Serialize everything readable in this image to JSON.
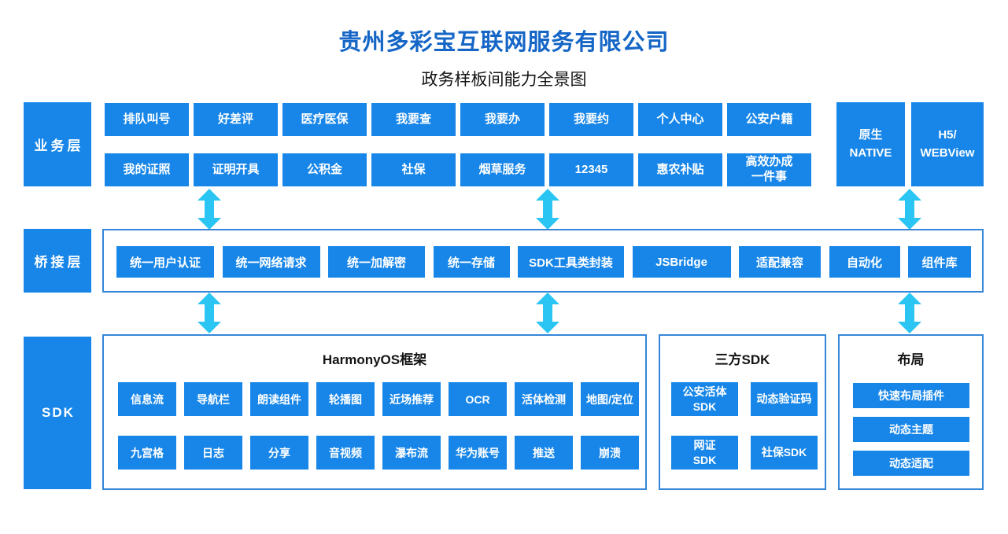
{
  "header": {
    "title": "贵州多彩宝互联网服务有限公司",
    "subtitle": "政务样板间能力全景图"
  },
  "layers": {
    "business": {
      "label": "业务层",
      "row1": [
        "排队叫号",
        "好差评",
        "医疗医保",
        "我要查",
        "我要办",
        "我要约",
        "个人中心",
        "公安户籍"
      ],
      "row2": [
        "我的证照",
        "证明开具",
        "公积金",
        "社保",
        "烟草服务",
        "12345",
        "惠农补贴",
        "高效办成\n一件事"
      ],
      "native": "原生\nNATIVE",
      "webview": "H5/\nWEBView"
    },
    "bridge": {
      "label": "桥接层",
      "items": [
        "统一用户认证",
        "统一网络请求",
        "统一加解密",
        "统一存储",
        "SDK工具类封装",
        "JSBridge",
        "适配兼容",
        "自动化",
        "组件库"
      ]
    },
    "sdk": {
      "label": "SDK",
      "harmony": {
        "title": "HarmonyOS框架",
        "row1": [
          "信息流",
          "导航栏",
          "朗读组件",
          "轮播图",
          "近场推荐",
          "OCR",
          "活体检测",
          "地图/定位"
        ],
        "row2": [
          "九宫格",
          "日志",
          "分享",
          "音视频",
          "瀑布流",
          "华为账号",
          "推送",
          "崩溃"
        ]
      },
      "third_party": {
        "title": "三方SDK",
        "items": [
          "公安活体\nSDK",
          "动态验证码",
          "网证\nSDK",
          "社保SDK"
        ]
      },
      "layout": {
        "title": "布局",
        "items": [
          "快速布局插件",
          "动态主题",
          "动态适配"
        ]
      }
    }
  },
  "colors": {
    "box_blue": "#1786E8",
    "container_border_blue": "#3586D8",
    "arrow_cyan": "#2BC5F3",
    "title_blue": "#1566C6",
    "text_dark": "#141414"
  }
}
